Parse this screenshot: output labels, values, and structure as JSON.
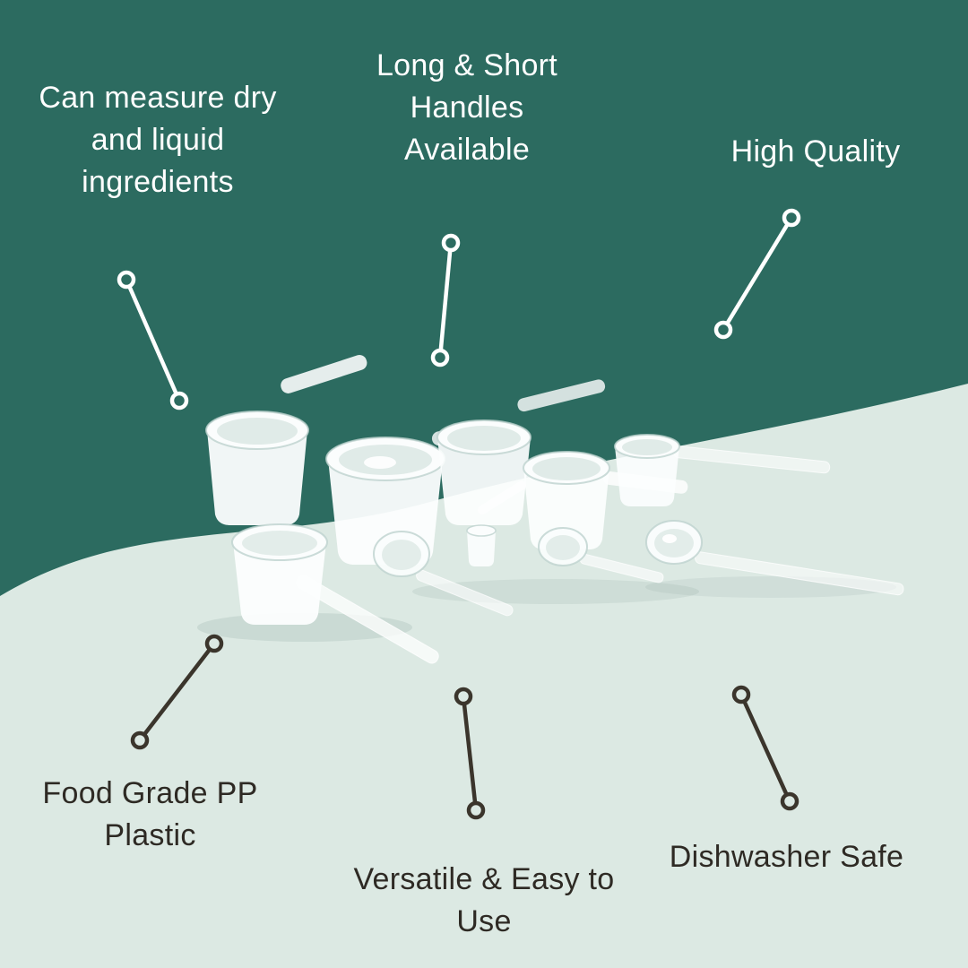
{
  "page": {
    "type": "product-infographic",
    "colors": {
      "background_top": "#2C6B60",
      "background_bottom": "#DCE9E3",
      "text_light": "#FFFFFF",
      "text_dark": "#2E2A24",
      "connector_light": "#FFFFFF",
      "connector_dark": "#3B352C",
      "product_white": "#FBFDFD"
    }
  },
  "callouts": {
    "top_left": {
      "label": "Can measure dry\nand liquid\ningredients"
    },
    "top_center": {
      "label": "Long & Short\nHandles\nAvailable"
    },
    "top_right": {
      "label": "High Quality"
    },
    "bottom_left": {
      "label": "Food Grade PP\nPlastic"
    },
    "bottom_center": {
      "label": "Versatile & Easy to\nUse"
    },
    "bottom_right": {
      "label": "Dishwasher Safe"
    }
  },
  "product": {
    "name": "White plastic measuring scoops set, long and short handles"
  }
}
